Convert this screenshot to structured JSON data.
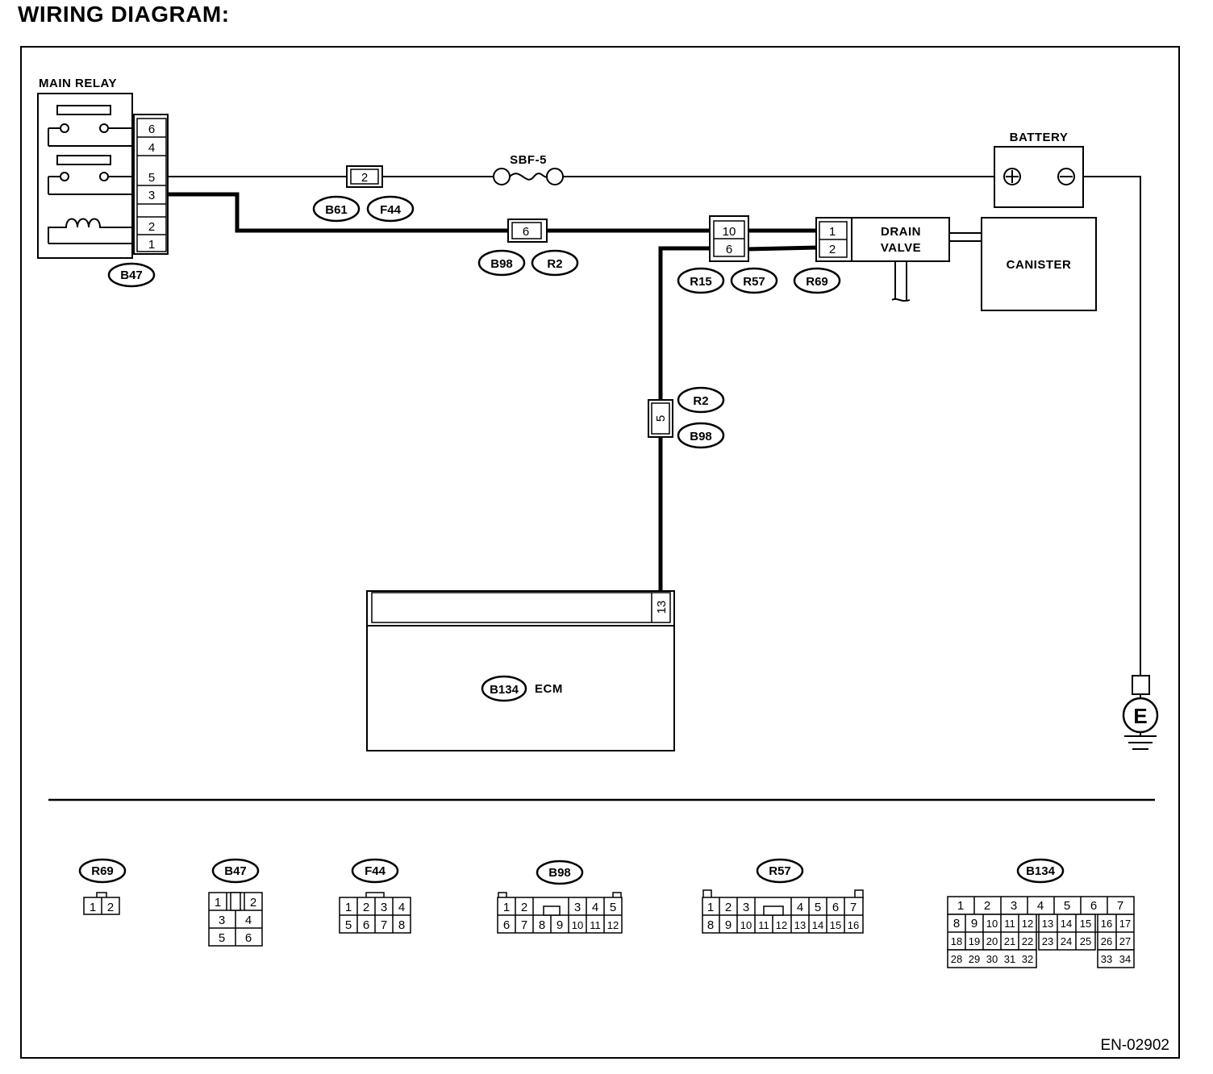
{
  "title": "WIRING DIAGRAM:",
  "diagram_code": "EN-02902",
  "components": {
    "main_relay": {
      "label": "MAIN RELAY",
      "connector": "B47",
      "pins": [
        "6",
        "4",
        "5",
        "3",
        "",
        "2",
        "1"
      ]
    },
    "fuse": {
      "label": "SBF-5"
    },
    "battery": {
      "label": "BATTERY",
      "plus": "⊕",
      "minus": "⊖"
    },
    "drain_valve": {
      "label_line1": "DRAIN",
      "label_line2": "VALVE",
      "connector": "R69",
      "pins": [
        "1",
        "2"
      ]
    },
    "canister": {
      "label": "CANISTER"
    },
    "ecm": {
      "label": "ECM",
      "connector": "B134",
      "pin": "13"
    },
    "ground": {
      "label": "E"
    }
  },
  "connectors_inline": {
    "b61_f44": {
      "pin": "2",
      "ids": [
        "B61",
        "F44"
      ]
    },
    "b98_r2_top": {
      "pin": "6",
      "ids": [
        "B98",
        "R2"
      ]
    },
    "r15_r57": {
      "pins": [
        "10",
        "6"
      ],
      "ids": [
        "R15",
        "R57"
      ]
    },
    "r2_b98_vertical": {
      "pin": "5",
      "ids": [
        "R2",
        "B98"
      ]
    }
  },
  "connector_legend": {
    "r69": {
      "id": "R69",
      "rows": [
        [
          "1",
          "2"
        ]
      ]
    },
    "b47": {
      "id": "B47",
      "rows": [
        [
          "1",
          "",
          "2"
        ],
        [
          "3",
          "4"
        ],
        [
          "5",
          "6"
        ]
      ]
    },
    "f44": {
      "id": "F44",
      "rows": [
        [
          "1",
          "2",
          "3",
          "4"
        ],
        [
          "5",
          "6",
          "7",
          "8"
        ]
      ]
    },
    "b98": {
      "id": "B98",
      "rows": [
        [
          "1",
          "2",
          "3",
          "4",
          "5"
        ],
        [
          "6",
          "7",
          "8",
          "9",
          "10",
          "11",
          "12"
        ]
      ]
    },
    "r57": {
      "id": "R57",
      "rows": [
        [
          "1",
          "2",
          "3",
          "4",
          "5",
          "6",
          "7"
        ],
        [
          "8",
          "9",
          "10",
          "11",
          "12",
          "13",
          "14",
          "15",
          "16"
        ]
      ]
    },
    "b134": {
      "id": "B134",
      "rows": [
        [
          "1",
          "2",
          "3",
          "4",
          "5",
          "6",
          "7"
        ],
        [
          "8",
          "9",
          "10",
          "11",
          "12",
          "13",
          "14",
          "15",
          "16",
          "17"
        ],
        [
          "18",
          "19",
          "20",
          "21",
          "22",
          "23",
          "24",
          "25",
          "26",
          "27"
        ],
        [
          "28",
          "29",
          "30",
          "31",
          "32",
          "33",
          "34"
        ]
      ]
    }
  }
}
